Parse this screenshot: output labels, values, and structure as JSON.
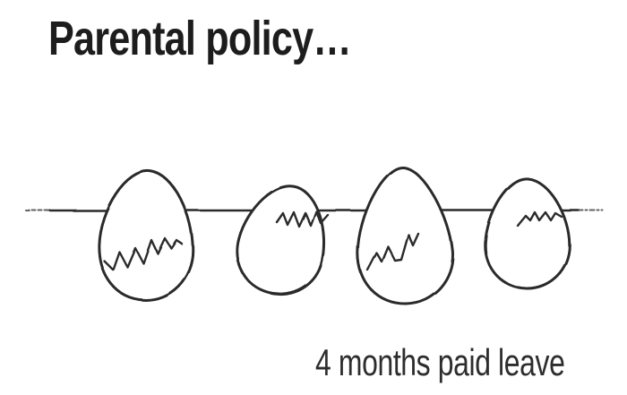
{
  "title": {
    "text": "Parental policy…"
  },
  "caption": {
    "text": "4 months paid leave"
  },
  "colors": {
    "background": "#ffffff",
    "ink": "#2b2b2b",
    "title_text": "#1d1d1d",
    "caption_text": "#2d2d2d"
  },
  "illustration": {
    "description": "Four hand-drawn cracked eggs hanging on a horizontal line",
    "egg_count": 4,
    "eggs": [
      {
        "name": "egg-1",
        "state": "cracked"
      },
      {
        "name": "egg-2",
        "state": "cracked"
      },
      {
        "name": "egg-3",
        "state": "cracked"
      },
      {
        "name": "egg-4",
        "state": "cracked"
      }
    ]
  }
}
